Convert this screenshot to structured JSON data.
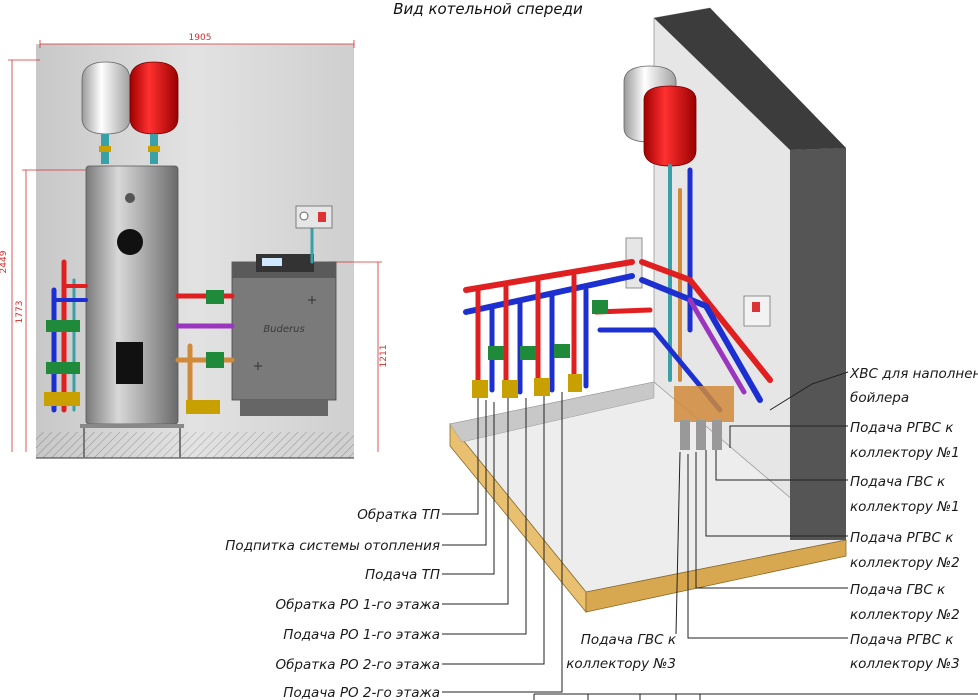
{
  "title": "Вид котельной спереди",
  "front_view": {
    "dims": {
      "width": "1905",
      "height_total": "2449",
      "height_tank": "1773",
      "height_boiler": "1211"
    },
    "boiler_brand": "Buderus"
  },
  "labels": {
    "left": [
      "Обратка ТП",
      "Подпитка системы отопления",
      "Подача ТП",
      "Обратка РО 1-го этажа",
      "Подача РО 1-го этажа",
      "Обратка РО 2-го этажа",
      "Подача РО 2-го этажа"
    ],
    "right": [
      {
        "line1": "ХВС для наполнения",
        "line2": "бойлера"
      },
      {
        "line1": "Подача РГВС к",
        "line2": "коллектору №1"
      },
      {
        "line1": "Подача ГВС к",
        "line2": "коллектору №1"
      },
      {
        "line1": "Подача РГВС к",
        "line2": "коллектору №2"
      },
      {
        "line1": "Подача ГВС к",
        "line2": "коллектору №2"
      },
      {
        "line1": "Подача РГВС к",
        "line2": "коллектору №3"
      }
    ],
    "center": {
      "line1": "Подача ГВС к",
      "line2": "коллектору №3"
    }
  }
}
